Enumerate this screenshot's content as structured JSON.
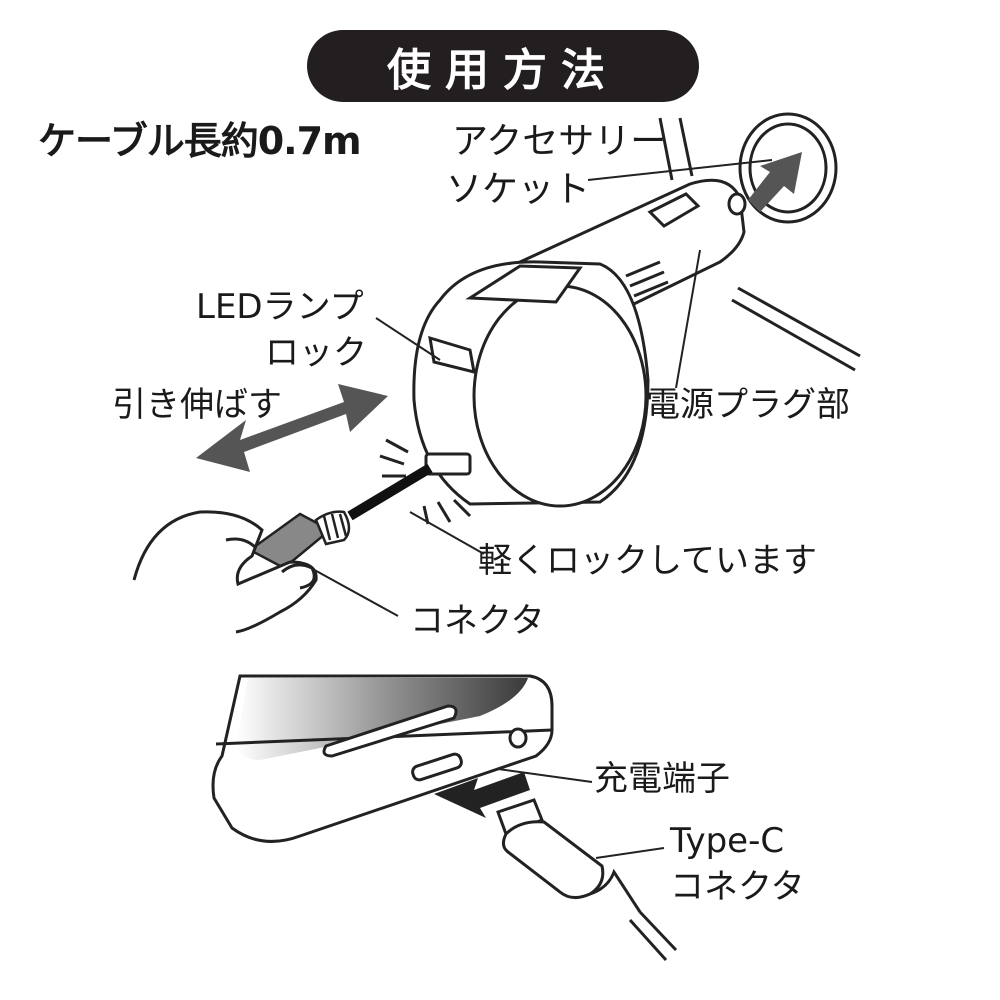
{
  "title": "使用方法",
  "cable_length": "ケーブル長約0.7m",
  "labels": {
    "accessory_socket_1": "アクセサリー",
    "accessory_socket_2": "ソケット",
    "led_lamp": "LEDランプ",
    "lock": "ロック",
    "pull_out": "引き伸ばす",
    "power_plug": "電源プラグ部",
    "light_lock": "軽くロックしています",
    "connector": "コネクタ",
    "charging_port": "充電端子",
    "typec_1": "Type-C",
    "typec_2": "コネクタ"
  }
}
